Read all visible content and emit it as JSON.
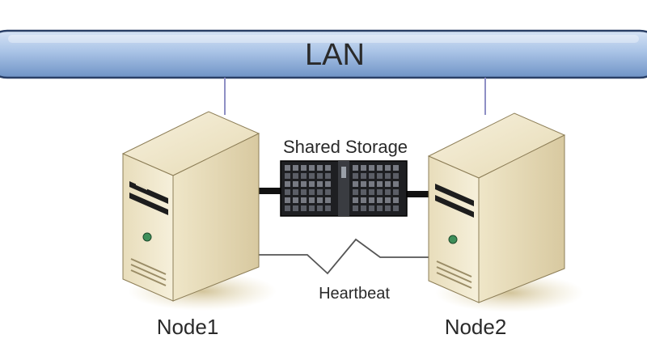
{
  "diagram": {
    "lan_label": "LAN",
    "storage_label": "Shared Storage",
    "heartbeat_label": "Heartbeat",
    "nodes": [
      {
        "label": "Node1"
      },
      {
        "label": "Node2"
      }
    ]
  },
  "colors": {
    "lan_bar": "#a9c3e6",
    "lan_bar_dark": "#6f93c6",
    "server_body": "#efe6c8",
    "server_shadow": "#d6c79b",
    "storage": "#1e1f22",
    "cable": "#111111",
    "lan_drop": "#8e8fc4",
    "heartbeat_line": "#555555"
  }
}
